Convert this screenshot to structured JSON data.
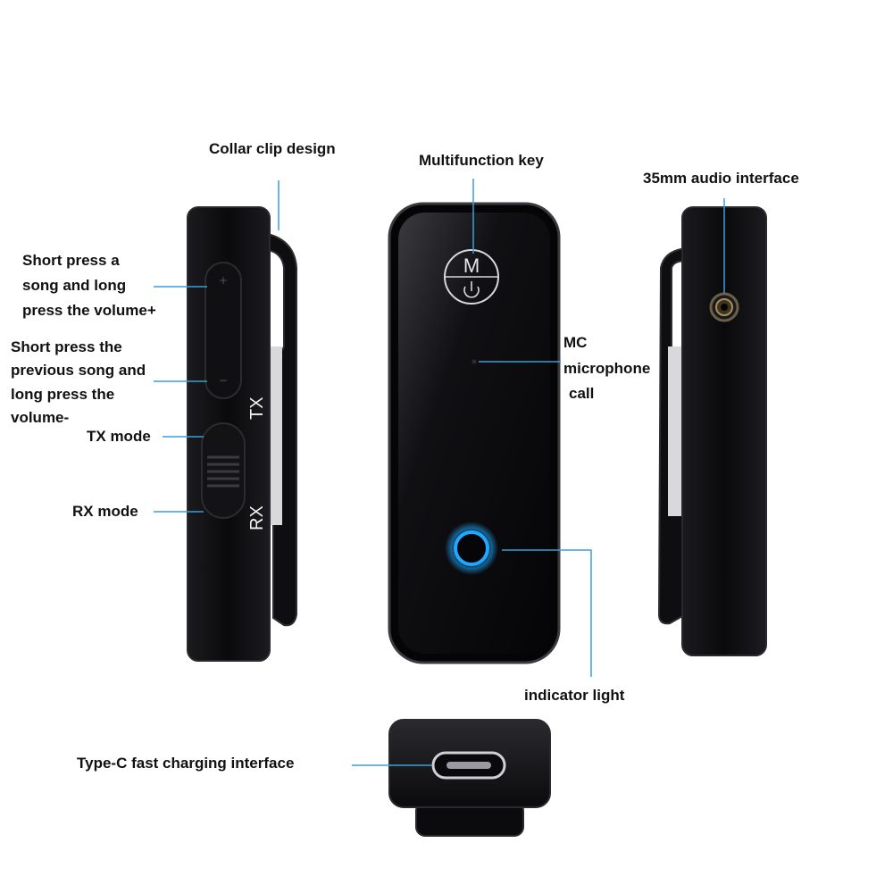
{
  "labels": {
    "collar_clip": "Collar clip design",
    "multifunction_key": "Multifunction key",
    "audio_interface": "35mm audio interface",
    "volume_up": [
      "Short press a",
      "song and long",
      "press the volume+"
    ],
    "volume_down": [
      "Short press the",
      "previous song and",
      "long press the",
      "volume-"
    ],
    "tx_mode": "TX mode",
    "rx_mode": "RX mode",
    "microphone": [
      "MC",
      "microphone",
      "call"
    ],
    "indicator_light": "indicator light",
    "type_c": "Type-C fast charging interface"
  },
  "device_markings": {
    "tx": "TX",
    "rx": "RX",
    "key_letter": "M",
    "volume_plus": "+",
    "volume_minus": "−"
  },
  "colors": {
    "leader_line": "#3a9ed8",
    "device_body": "#0d0d0f",
    "indicator_ring": "#1ea8ff",
    "label_text": "#111111"
  }
}
